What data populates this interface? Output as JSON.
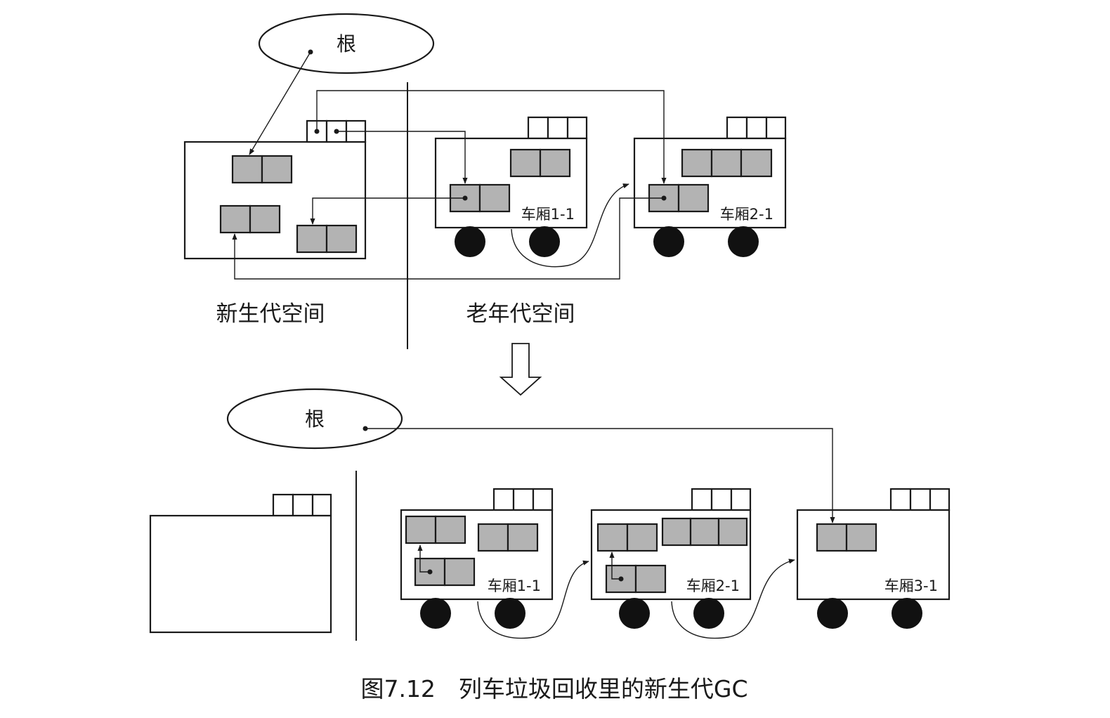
{
  "top": {
    "root_label": "根",
    "young_space_label": "新生代空间",
    "old_space_label": "老年代空间",
    "cars": [
      "车厢1-1",
      "车厢2-1"
    ]
  },
  "bottom": {
    "root_label": "根",
    "cars": [
      "车厢1-1",
      "车厢2-1",
      "车厢3-1"
    ]
  },
  "caption": "图7.12　列车垃圾回收里的新生代GC",
  "colors": {
    "object_fill": "#b3b3b3",
    "stroke": "#1a1a1a",
    "wheel": "#111111"
  },
  "icons": {
    "transition": "down-arrow-icon"
  }
}
